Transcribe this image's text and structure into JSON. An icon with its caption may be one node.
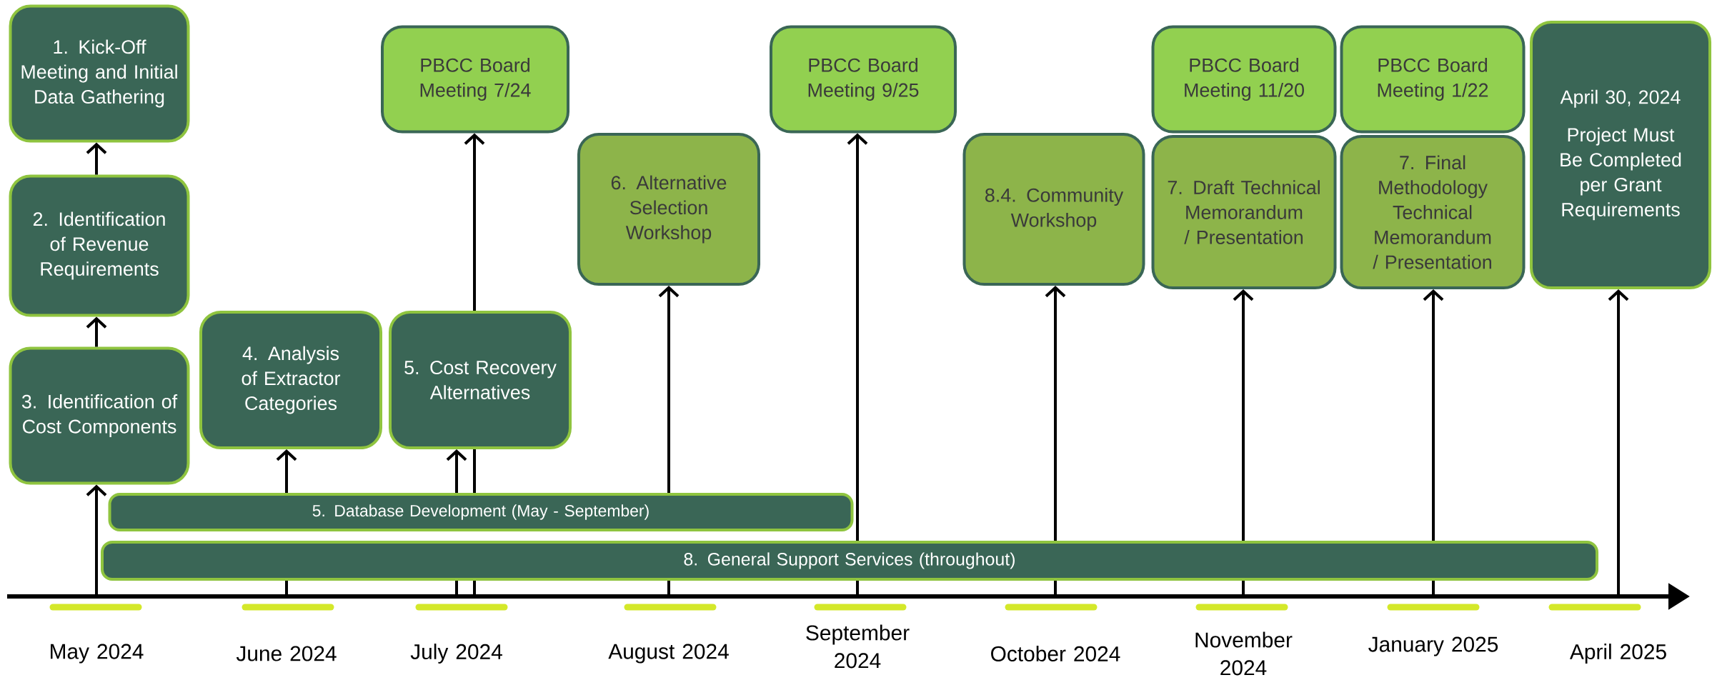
{
  "diagram": {
    "nodes": [
      {
        "text": [
          "1. Kick-Off Meeting and Initial Data Gathering"
        ]
      },
      {
        "text": [
          "2. Identification of Revenue Requirements"
        ]
      },
      {
        "text": [
          "3. Identification of Cost Components"
        ]
      },
      {
        "text": [
          "PBCC Board Meeting 7/24"
        ]
      },
      {
        "text": [
          "4. Analysis of Extractor Categories"
        ]
      },
      {
        "text": [
          "5. Cost Recovery Alternatives"
        ]
      },
      {
        "text": [
          "6. Alternative Selection Workshop"
        ]
      },
      {
        "text": [
          "PBCC Board Meeting 9/25"
        ]
      },
      {
        "text": [
          "8.4. Community Workshop"
        ]
      },
      {
        "text": [
          "PBCC Board Meeting 11/20"
        ]
      },
      {
        "text": [
          "7. Draft Technical Memorandum / Presentation"
        ]
      },
      {
        "text": [
          "PBCC Board Meeting 1/22"
        ]
      },
      {
        "text": [
          "7. Final Methodology Technical Memorandum / Presentation"
        ]
      },
      {
        "text": [
          "April 30, 2024",
          "Project Must Be Completed per Grant Requirements"
        ]
      },
      {
        "text": [
          "5. Database Development (May - September)"
        ]
      },
      {
        "text": [
          "8. General Support Services (throughout)"
        ]
      }
    ],
    "edges": [
      {
        "from": null,
        "to": 2,
        "arrow": "to"
      },
      {
        "from": 2,
        "to": 1,
        "arrow": "to"
      },
      {
        "from": 1,
        "to": 0,
        "arrow": "to"
      },
      {
        "from": 14,
        "to": 4,
        "arrow": "to"
      },
      {
        "from": 14,
        "to": 5,
        "arrow": "to"
      },
      {
        "from": 14,
        "to": 5,
        "arrow": "none"
      },
      {
        "from": 5,
        "to": 3,
        "arrow": "to"
      },
      {
        "from": 14,
        "to": 6,
        "arrow": "to"
      },
      {
        "from": 15,
        "to": 7,
        "arrow": "to"
      },
      {
        "from": 15,
        "to": 8,
        "arrow": "to"
      },
      {
        "from": 15,
        "to": 10,
        "arrow": "to"
      },
      {
        "from": 15,
        "to": 12,
        "arrow": "to"
      },
      {
        "from": null,
        "to": 13,
        "arrow": "to"
      }
    ],
    "labels": [
      "May 2024",
      "June 2024",
      "July 2024",
      "August 2024",
      "September 2024",
      "October 2024",
      "November 2024",
      "January 2025",
      "April 2025"
    ]
  }
}
